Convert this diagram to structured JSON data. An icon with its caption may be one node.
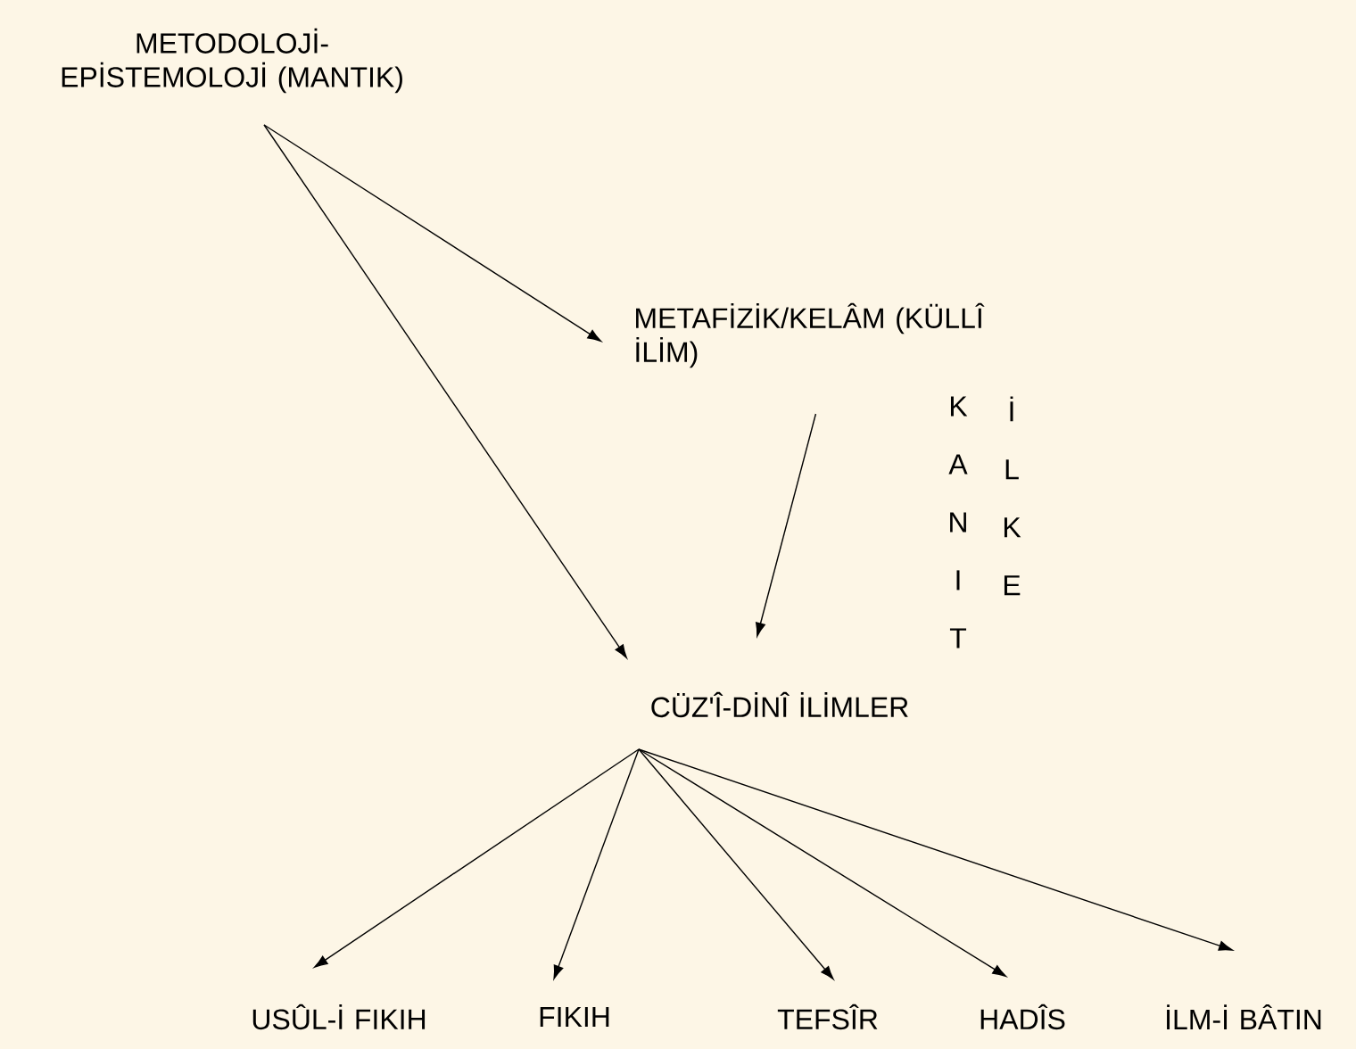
{
  "diagram": {
    "nodes": [
      {
        "text": [
          "METODOLOJİ-EPİSTEMOLOJİ (MANTIK)"
        ]
      },
      {
        "text": [
          "METAFİZİK/KELÂM (KÜLLÎ İLİM)"
        ]
      },
      {
        "text": [
          "CÜZ'Î-DİNÎ İLİMLER"
        ]
      },
      {
        "text": [
          "USÛL-İ FIKIH"
        ]
      },
      {
        "text": [
          "FIKIH"
        ]
      },
      {
        "text": [
          "TEFSÎR"
        ]
      },
      {
        "text": [
          "HADÎS"
        ]
      },
      {
        "text": [
          "İLM-İ BÂTIN"
        ]
      }
    ],
    "edges": [
      {
        "from": 0,
        "to": 1,
        "arrow": "to"
      },
      {
        "from": 0,
        "to": 2,
        "arrow": "to"
      },
      {
        "from": 1,
        "to": 2,
        "arrow": "to"
      },
      {
        "from": 2,
        "to": 3,
        "arrow": "to"
      },
      {
        "from": 2,
        "to": 4,
        "arrow": "to"
      },
      {
        "from": 2,
        "to": 5,
        "arrow": "to"
      },
      {
        "from": 2,
        "to": 6,
        "arrow": "to"
      },
      {
        "from": 2,
        "to": 7,
        "arrow": "to"
      }
    ],
    "labels": [
      "KANIT",
      "İLKE"
    ]
  }
}
